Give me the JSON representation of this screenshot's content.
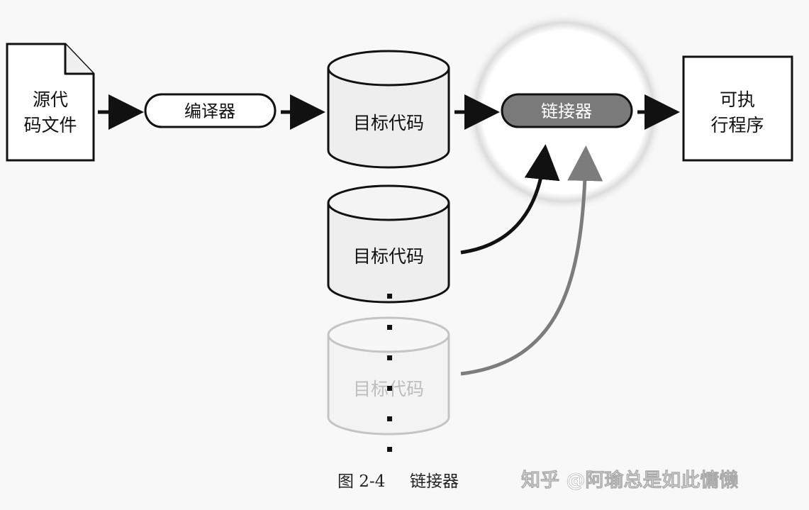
{
  "diagram": {
    "source_file": {
      "line1": "源代",
      "line2": "码文件"
    },
    "compiler": "编译器",
    "object_code_1": "目标代码",
    "object_code_2": "目标代码",
    "object_code_3": "目标代码",
    "linker": "链接器",
    "executable": {
      "line1": "可执",
      "line2": "行程序"
    }
  },
  "caption": {
    "figure_number": "图 2-4",
    "title": "链接器"
  },
  "watermark": "知乎 @阿瑜总是如此慵懒",
  "colors": {
    "linker_fill": "#7a7a7a",
    "cylinder_fill": "#eeeeee",
    "faded_stroke": "#bdbdbd",
    "arrow_dark": "#111111",
    "arrow_gray": "#7c7c7c"
  }
}
